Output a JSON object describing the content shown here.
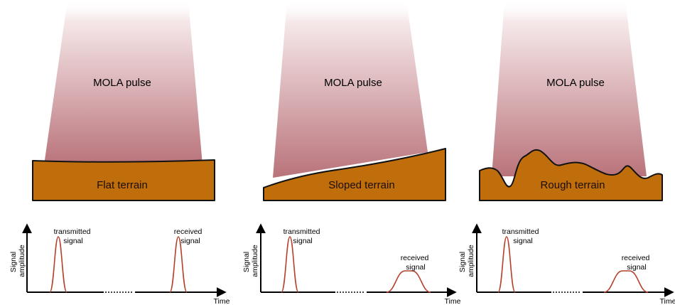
{
  "panels": [
    {
      "pulse_label": "MOLA pulse",
      "terrain_label": "Flat terrain",
      "transmitted_label": [
        "transmitted",
        "signal"
      ],
      "received_label": [
        "received",
        "signal"
      ],
      "y_axis_label": [
        "Signal",
        "amplitude"
      ],
      "x_axis_label": "Time"
    },
    {
      "pulse_label": "MOLA pulse",
      "terrain_label": "Sloped terrain",
      "transmitted_label": [
        "transmitted",
        "signal"
      ],
      "received_label": [
        "received",
        "signal"
      ],
      "y_axis_label": [
        "Signal",
        "amplitude"
      ],
      "x_axis_label": "Time"
    },
    {
      "pulse_label": "MOLA pulse",
      "terrain_label": "Rough terrain",
      "transmitted_label": [
        "transmitted",
        "signal"
      ],
      "received_label": [
        "received",
        "signal"
      ],
      "y_axis_label": [
        "Signal",
        "amplitude"
      ],
      "x_axis_label": "Time"
    }
  ],
  "colors": {
    "pulse_top": "#ffffff",
    "pulse_bottom": "#b9737a",
    "terrain_fill": "#c06d0c",
    "terrain_stroke": "#111111",
    "signal_curve": "#b5402a"
  }
}
